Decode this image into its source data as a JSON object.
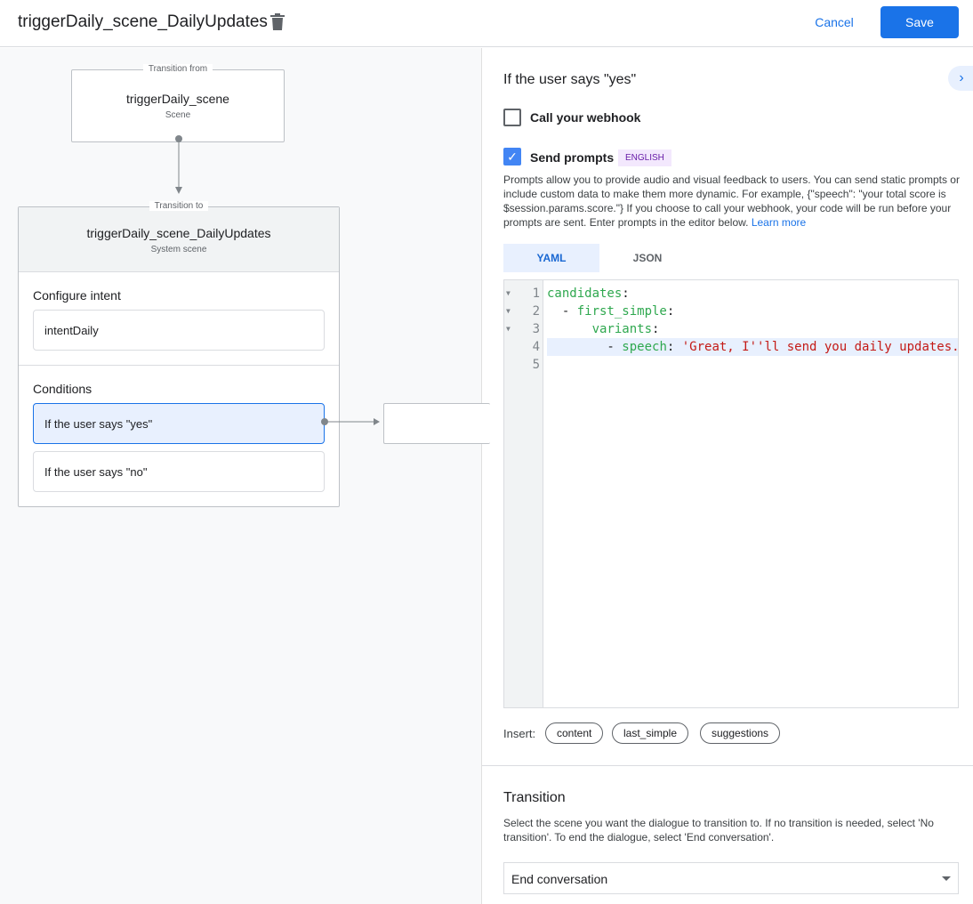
{
  "header": {
    "title": "triggerDaily_scene_DailyUpdates",
    "cancel_label": "Cancel",
    "save_label": "Save"
  },
  "canvas": {
    "from": {
      "legend": "Transition from",
      "name": "triggerDaily_scene",
      "type": "Scene"
    },
    "to": {
      "legend": "Transition to",
      "name": "triggerDaily_scene_DailyUpdates",
      "type": "System scene"
    },
    "intent_section": "Configure intent",
    "intent": "intentDaily",
    "conditions_section": "Conditions",
    "conditions": [
      "If the user says \"yes\"",
      "If the user says \"no\""
    ]
  },
  "panel": {
    "title": "If the user says \"yes\"",
    "webhook_label": "Call your webhook",
    "webhook_checked": false,
    "prompts_label": "Send prompts",
    "prompts_checked": true,
    "language_badge": "ENGLISH",
    "description": "Prompts allow you to provide audio and visual feedback to users. You can send static prompts or include custom data to make them more dynamic. For example, {\"speech\": \"your total score is $session.params.score.\"} If you choose to call your webhook, your code will be run before your prompts are sent. Enter prompts in the editor below.",
    "learn_more": "Learn more",
    "tabs": [
      "YAML",
      "JSON"
    ],
    "active_tab": "YAML",
    "code": {
      "l1k": "candidates",
      "l2k": "first_simple",
      "l3k": "variants",
      "l4k": "speech",
      "l4v": "'Great, I''ll send you daily updates.'"
    },
    "insert_label": "Insert:",
    "insert_chips": [
      "content",
      "last_simple",
      "suggestions"
    ],
    "transition_title": "Transition",
    "transition_desc": "Select the scene you want the dialogue to transition to. If no transition is needed, select 'No transition'. To end the dialogue, select 'End conversation'.",
    "transition_value": "End conversation"
  },
  "colors": {
    "accent": "#1a73e8",
    "selected_condition": "#e8f0fe"
  }
}
